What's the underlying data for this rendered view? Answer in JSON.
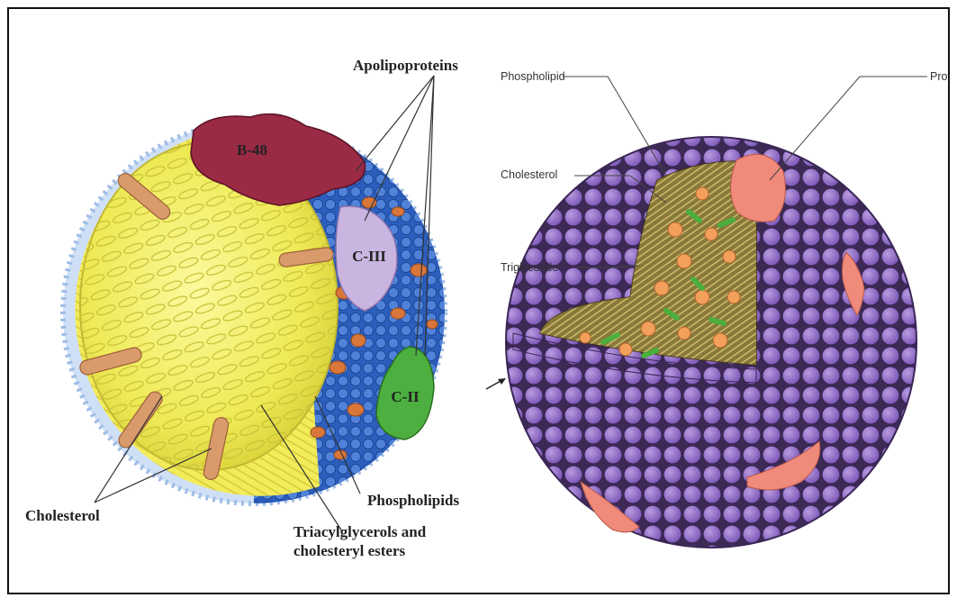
{
  "left_diagram": {
    "apolipoproteins_label": "Apolipoproteins",
    "b48_label": "B-48",
    "c3_label": "C-III",
    "c2_label": "C-II",
    "cholesterol_label": "Cholesterol",
    "phospholipids_label": "Phospholipids",
    "triacyl_label_line1": "Triacylglycerols and",
    "triacyl_label_line2": "cholesteryl esters"
  },
  "right_diagram": {
    "phospholipid_label": "Phospholipid",
    "protein_label": "Protein",
    "cholesterol_label": "Cholesterol",
    "triglyceride_label": "Triglyceride"
  },
  "colors": {
    "b48": "#9b2a45",
    "c3": "#c9b5e0",
    "c2": "#4caf3f",
    "core_yellow": "#f3f06a",
    "phospholipid_blue": "#2f66c4",
    "sphere_purple": "#8e6bc4",
    "protein_salmon": "#f08a7a"
  }
}
